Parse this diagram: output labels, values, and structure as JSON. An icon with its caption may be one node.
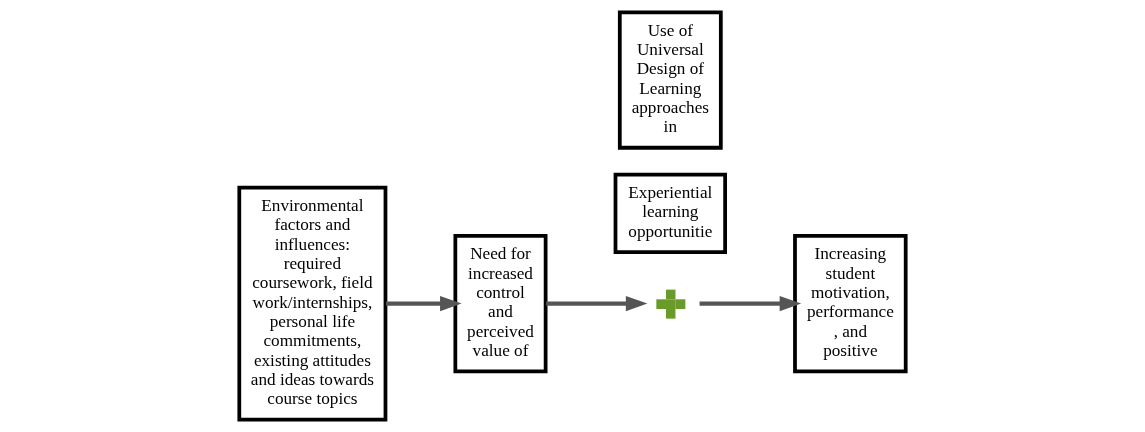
{
  "diagram": {
    "nodes": [
      {
        "text": [
          "Environmental factors and influences: required coursework, field work/internships, personal life commitments, existing attitudes and ideas towards course topics"
        ]
      },
      {
        "text": [
          "Need for increased control and perceived value of"
        ]
      },
      {
        "text": [
          "Use of Universal Design of Learning approaches in"
        ]
      },
      {
        "text": [],
        "shape": "cross"
      },
      {
        "text": [
          "Experiential learning opportunitie"
        ]
      },
      {
        "text": [
          "Increasing student motivation, performance , and positive"
        ]
      }
    ],
    "edges": [
      {
        "from": 0,
        "to": 1,
        "arrow": "to"
      },
      {
        "from": 1,
        "to": 3,
        "arrow": "to"
      },
      {
        "from": 3,
        "to": 5,
        "arrow": "to"
      }
    ]
  }
}
